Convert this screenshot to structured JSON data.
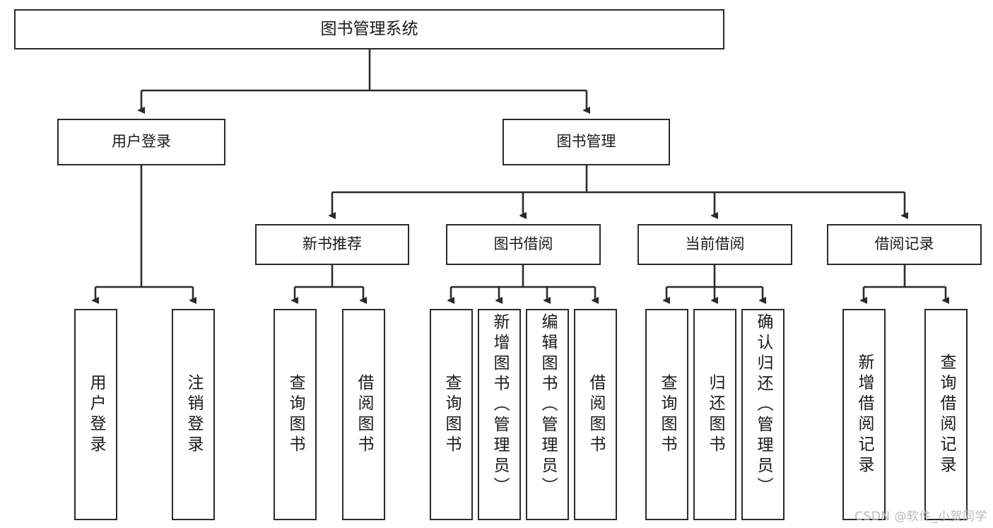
{
  "diagram": {
    "title": "图书管理系统",
    "type": "tree-hierarchy",
    "root": {
      "label": "图书管理系统"
    },
    "level2": [
      {
        "label": "用户登录"
      },
      {
        "label": "图书管理"
      }
    ],
    "level3": [
      {
        "label": "新书推荐"
      },
      {
        "label": "图书借阅"
      },
      {
        "label": "当前借阅"
      },
      {
        "label": "借阅记录"
      }
    ],
    "leaves": {
      "user_login": [
        {
          "label": "用户登录"
        },
        {
          "label": "注销登录"
        }
      ],
      "new_book": [
        {
          "label": "查询图书"
        },
        {
          "label": "借阅图书"
        }
      ],
      "book_borrow": [
        {
          "label": "查询图书"
        },
        {
          "label": "新增图书（管理员）"
        },
        {
          "label": "编辑图书（管理员）"
        },
        {
          "label": "借阅图书"
        }
      ],
      "current_borrow": [
        {
          "label": "查询图书"
        },
        {
          "label": "归还图书"
        },
        {
          "label": "确认归还（管理员）"
        }
      ],
      "borrow_record": [
        {
          "label": "新增借阅记录"
        },
        {
          "label": "查询借阅记录"
        }
      ]
    }
  },
  "watermark": {
    "text": "CSDN @软件_小贺同学"
  },
  "colors": {
    "box_border": "#2b2b2b",
    "box_fill": "#ffffff",
    "connector": "#2b2b2b",
    "text": "#1a1a1a",
    "watermark": "#b9b9b9"
  }
}
